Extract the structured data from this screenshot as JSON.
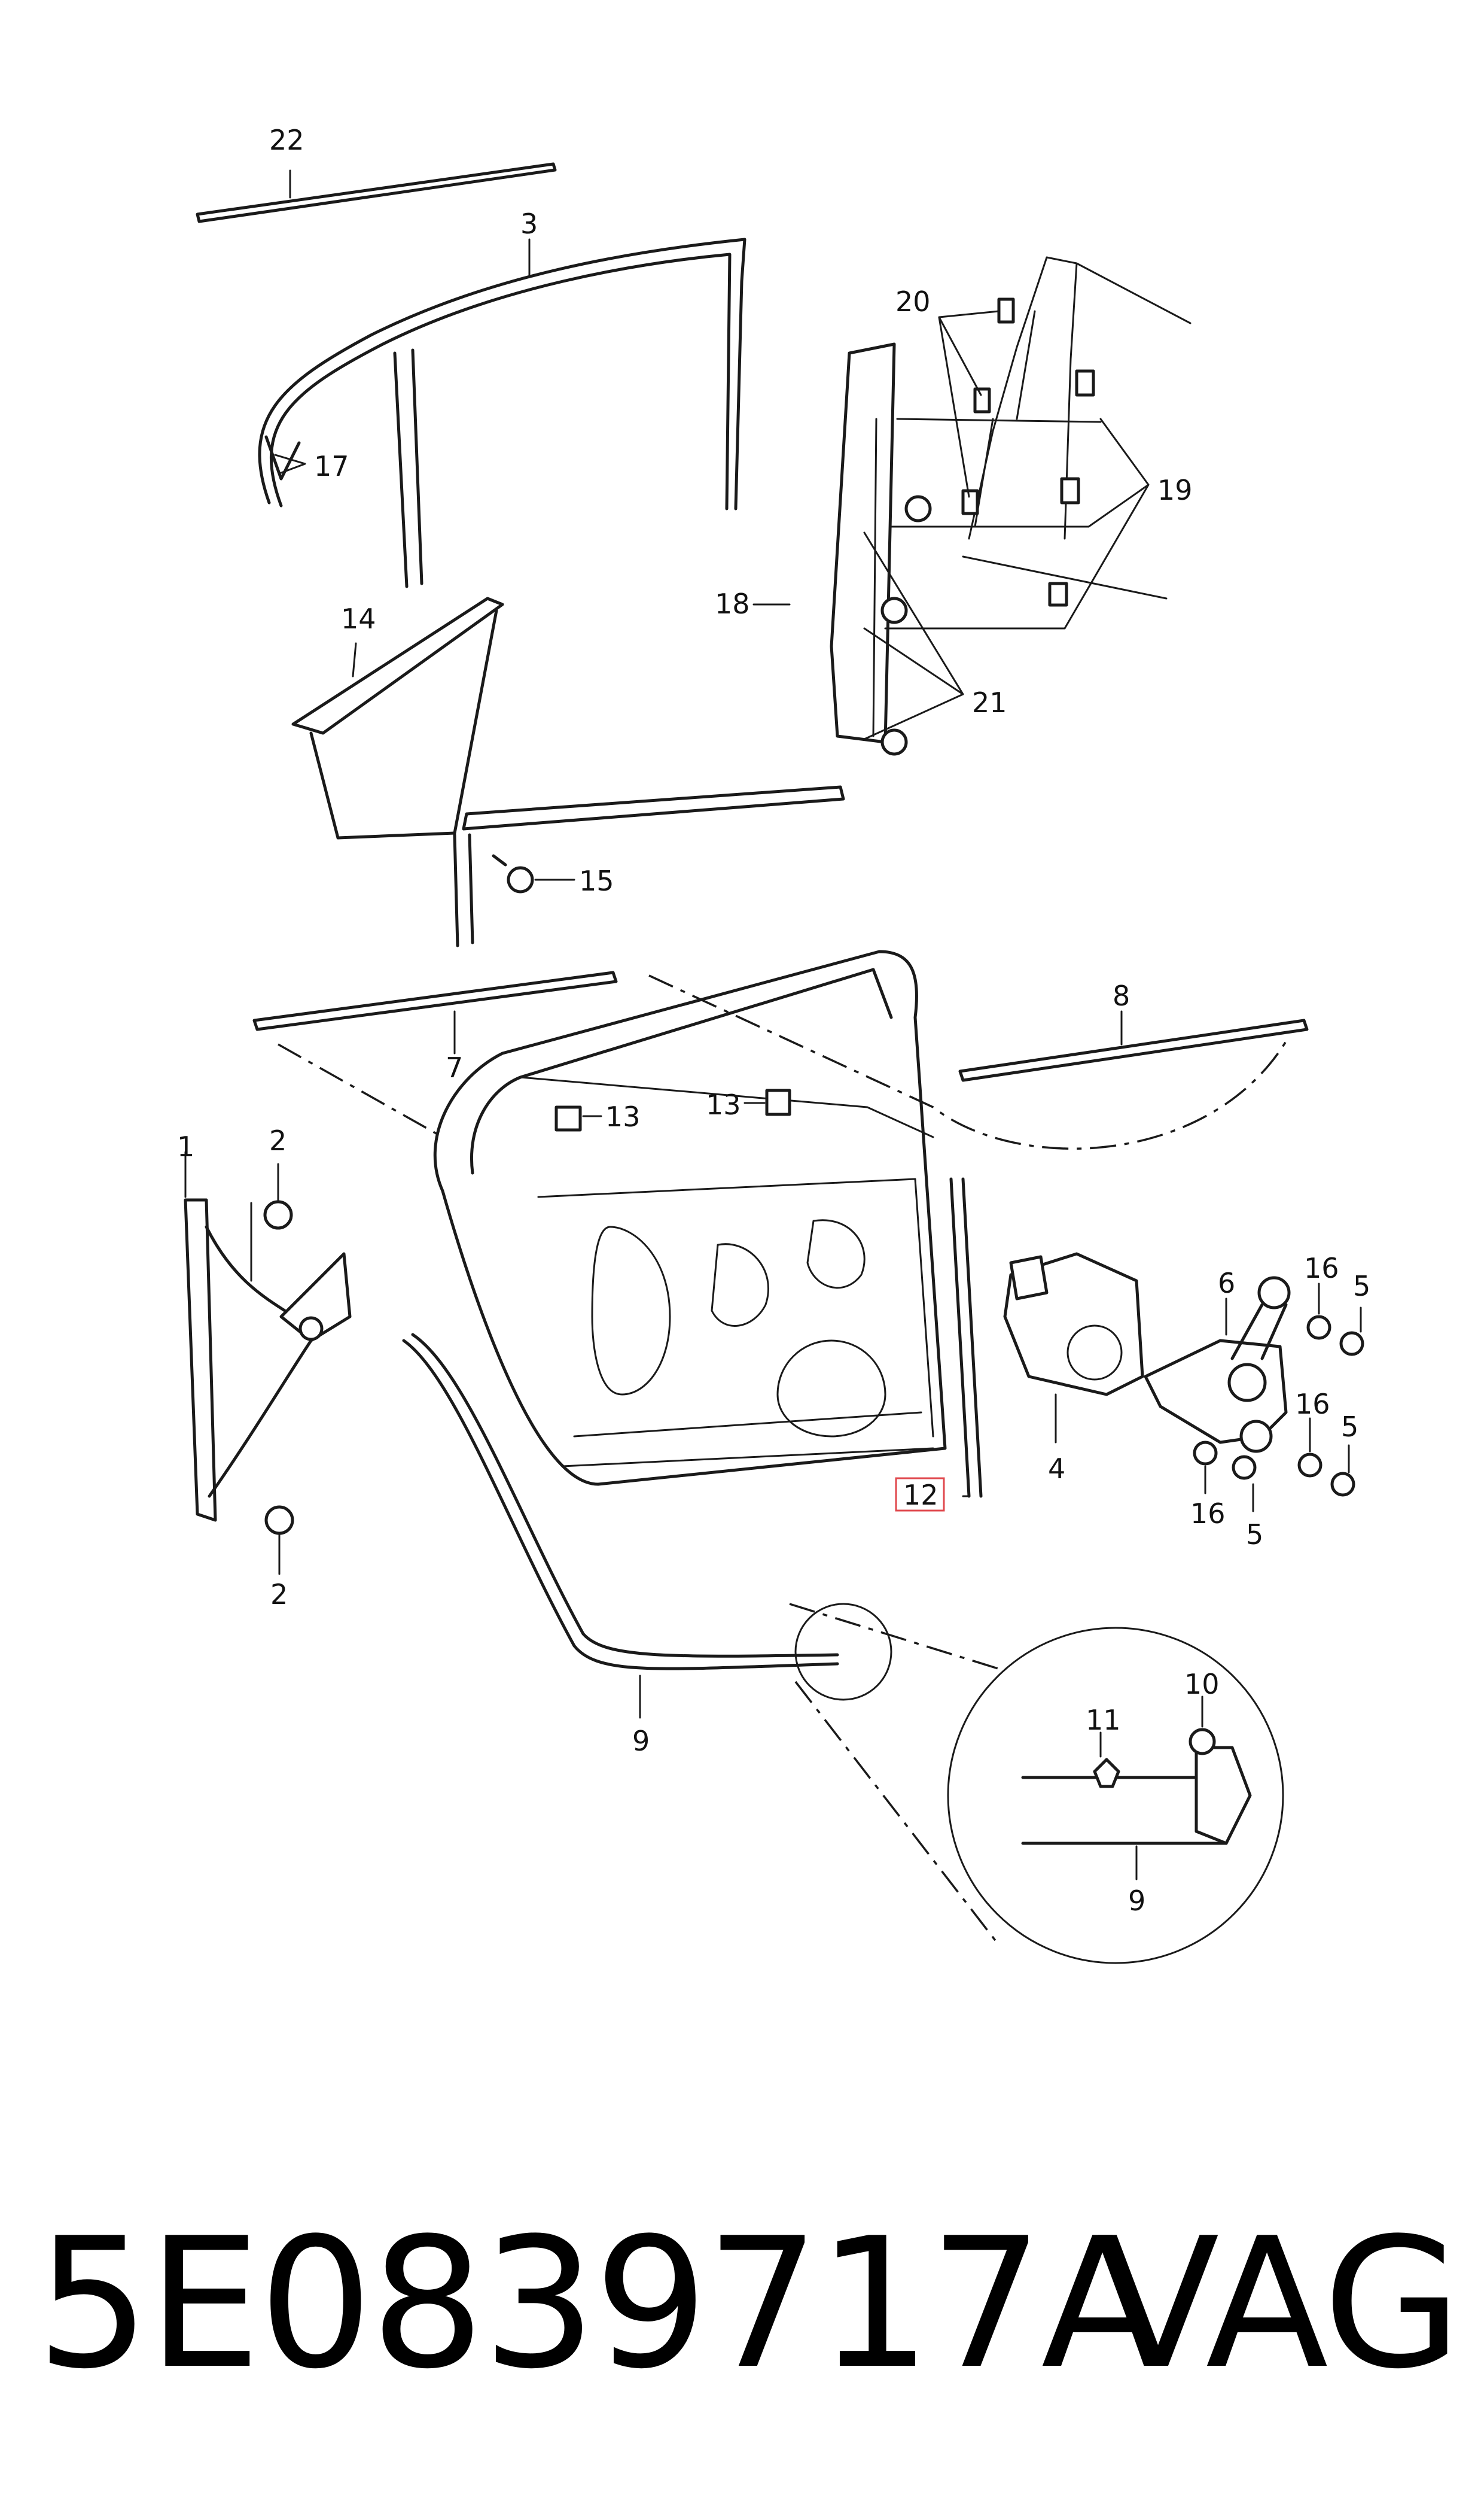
{
  "labels": {
    "c1": "1",
    "c2a": "2",
    "c2b": "2",
    "c3": "3",
    "c4": "4",
    "c5a": "5",
    "c5b": "5",
    "c5c": "5",
    "c6": "6",
    "c7": "7",
    "c8": "8",
    "c9a": "9",
    "c9b": "9",
    "c10": "10",
    "c11": "11",
    "c12": "12",
    "c13a": "13",
    "c13b": "13",
    "c14": "14",
    "c15": "15",
    "c16a": "16",
    "c16b": "16",
    "c16c": "16",
    "c17": "17",
    "c18": "18",
    "c19": "19",
    "c20": "20",
    "c21": "21",
    "c22": "22"
  },
  "highlighted_part": "12",
  "footer": {
    "part_number": "5E0839717A",
    "brand": "VAG"
  }
}
